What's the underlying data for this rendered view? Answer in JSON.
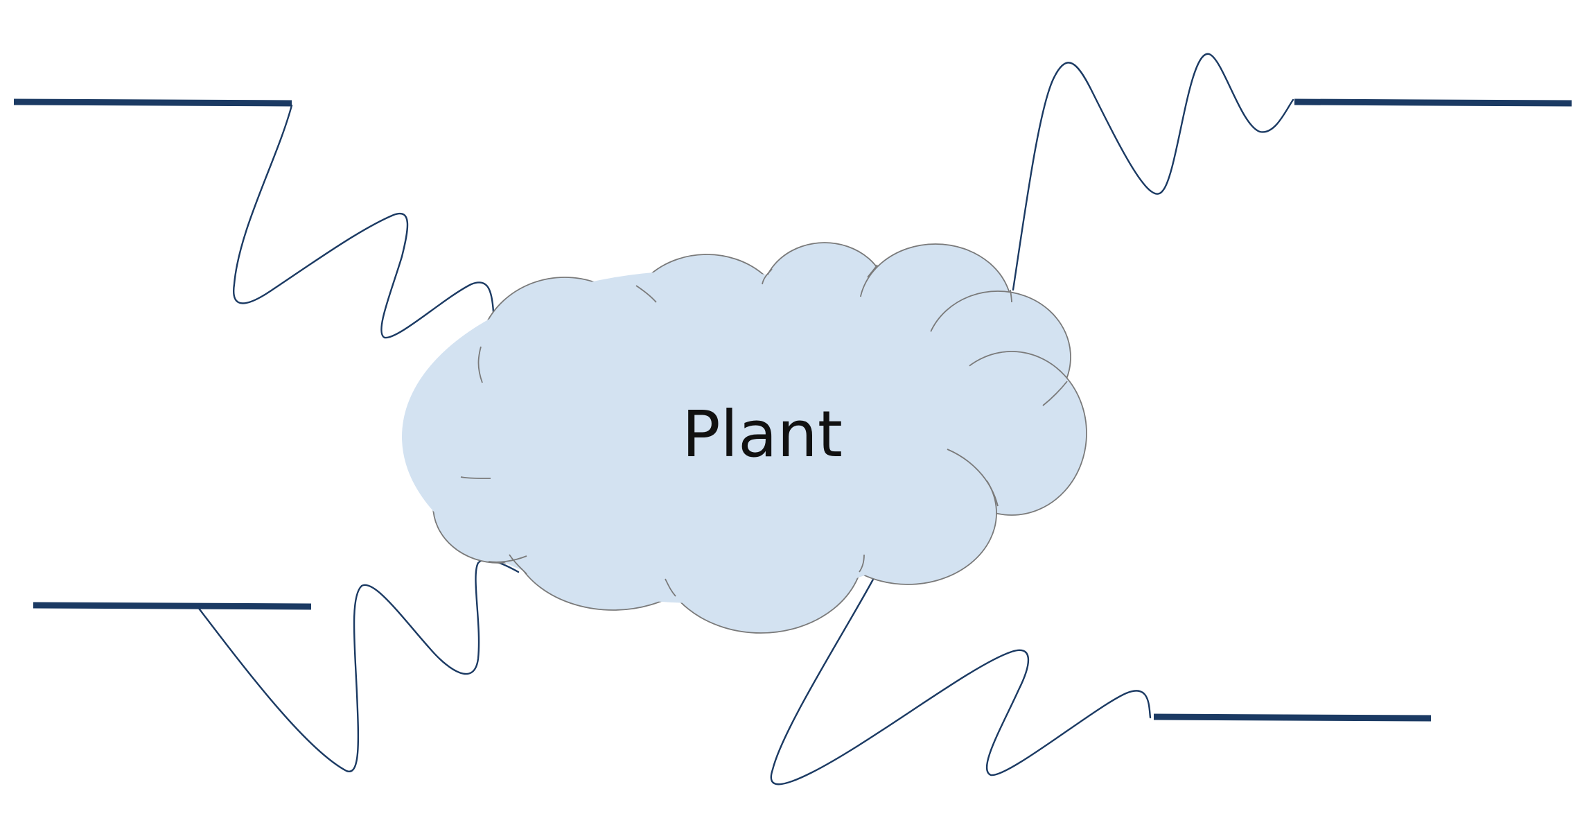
{
  "diagram": {
    "center_label": "Plant",
    "cloud_fill": "#d3e2f1",
    "cloud_outline": "#7a7a7a",
    "line_color": "#1b3a63",
    "branches": [
      {
        "id": "top-left",
        "answer_text": ""
      },
      {
        "id": "top-right",
        "answer_text": ""
      },
      {
        "id": "bottom-left",
        "answer_text": ""
      },
      {
        "id": "bottom-right",
        "answer_text": ""
      }
    ]
  }
}
